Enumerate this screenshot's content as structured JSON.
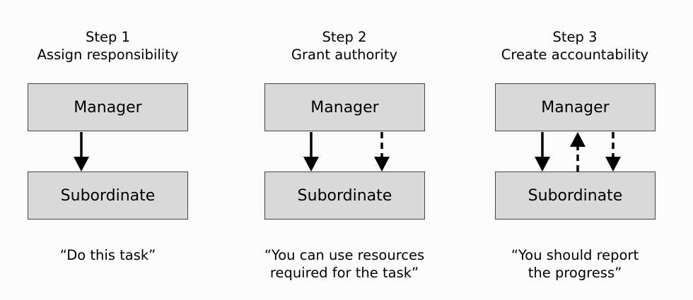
{
  "steps": [
    {
      "step_label": "Step 1",
      "action": "Assign responsibility",
      "top_box": "Manager",
      "bottom_box": "Subordinate",
      "quote_line1": "“Do this task”",
      "quote_line2": "",
      "arrows": [
        {
          "direction": "down",
          "style": "solid"
        }
      ]
    },
    {
      "step_label": "Step 2",
      "action": "Grant authority",
      "top_box": "Manager",
      "bottom_box": "Subordinate",
      "quote_line1": "“You can use resources",
      "quote_line2": "required for the task”",
      "arrows": [
        {
          "direction": "down",
          "style": "solid"
        },
        {
          "direction": "down",
          "style": "dashed"
        }
      ]
    },
    {
      "step_label": "Step 3",
      "action": "Create accountability",
      "top_box": "Manager",
      "bottom_box": "Subordinate",
      "quote_line1": "“You should report",
      "quote_line2": "the progress”",
      "arrows": [
        {
          "direction": "down",
          "style": "solid"
        },
        {
          "direction": "up",
          "style": "dashed"
        },
        {
          "direction": "down",
          "style": "dashed"
        }
      ]
    }
  ],
  "colors": {
    "box_fill": "#d9d9d9",
    "box_border": "#444444",
    "arrow": "#000000",
    "background": "#fcfcfc"
  }
}
